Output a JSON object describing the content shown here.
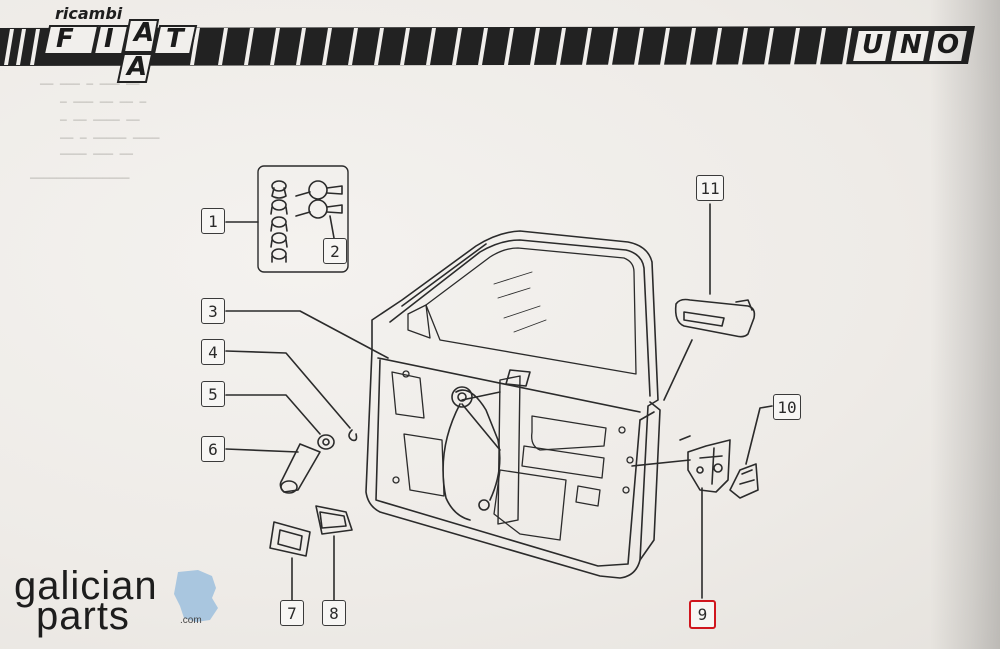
{
  "header": {
    "brand_prefix": "ricambi",
    "brand_letters": [
      "F",
      "I",
      "A",
      "T"
    ],
    "brand_sub_letter": "A",
    "model_letters": [
      "U",
      "N",
      "O"
    ]
  },
  "callouts": [
    {
      "id": "1",
      "label": "1",
      "highlight": false
    },
    {
      "id": "2",
      "label": "2",
      "highlight": false
    },
    {
      "id": "3",
      "label": "3",
      "highlight": false
    },
    {
      "id": "4",
      "label": "4",
      "highlight": false
    },
    {
      "id": "5",
      "label": "5",
      "highlight": false
    },
    {
      "id": "6",
      "label": "6",
      "highlight": false
    },
    {
      "id": "7",
      "label": "7",
      "highlight": false
    },
    {
      "id": "8",
      "label": "8",
      "highlight": false
    },
    {
      "id": "9",
      "label": "9",
      "highlight": true
    },
    {
      "id": "10",
      "label": "10",
      "highlight": false
    },
    {
      "id": "11",
      "label": "11",
      "highlight": false
    }
  ],
  "watermark": {
    "line1": "galician",
    "line2": "parts",
    "suffix": ".com",
    "accent_color": "#a9c6df"
  },
  "colors": {
    "highlight": "#d0161e",
    "ink": "#2b2b2b",
    "paper": "#f1efec"
  }
}
